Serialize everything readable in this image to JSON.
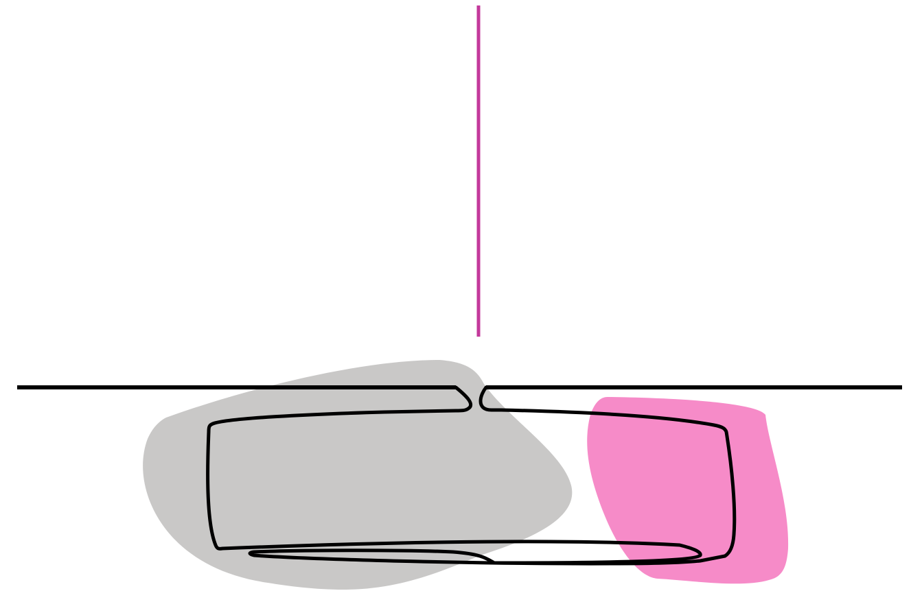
{
  "diagram": {
    "background": "#ffffff",
    "colors": {
      "outline": "#000000",
      "gray_region": "#c9c8c7",
      "pink_region": "#f68bc8",
      "marker_line": "#c3399b"
    },
    "elements": [
      {
        "name": "vertical-marker-line",
        "kind": "line",
        "label": ""
      },
      {
        "name": "horizontal-baseline",
        "kind": "line",
        "label": ""
      },
      {
        "name": "gray-region",
        "kind": "shape",
        "label": ""
      },
      {
        "name": "pink-region",
        "kind": "shape",
        "label": ""
      },
      {
        "name": "closed-loop-outline",
        "kind": "path",
        "label": ""
      }
    ]
  }
}
